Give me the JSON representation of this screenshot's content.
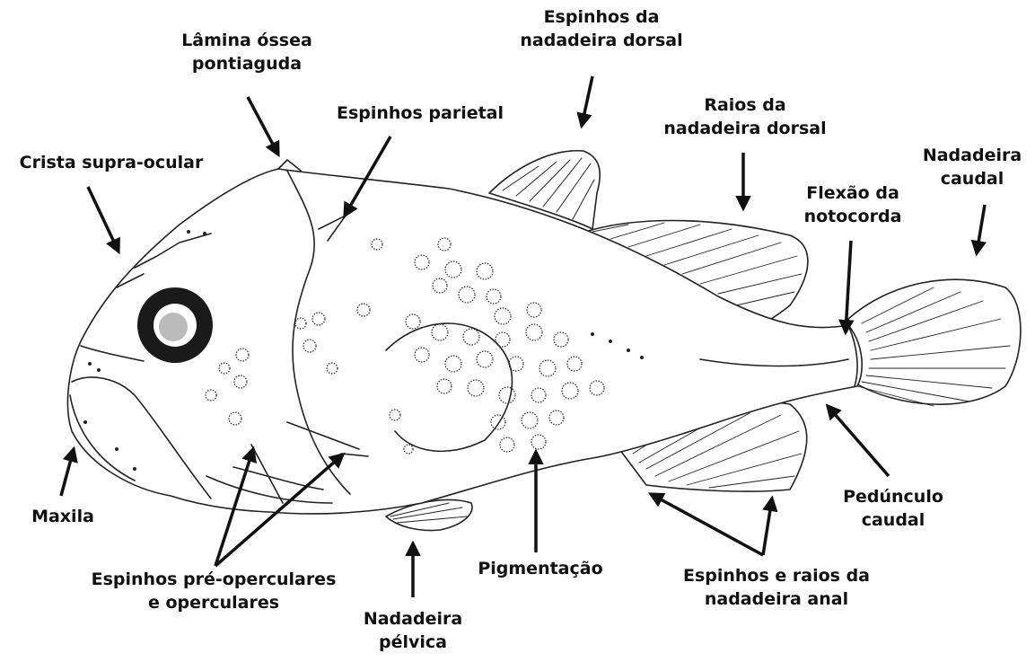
{
  "labels": {
    "lamina": {
      "line1": "Lâmina óssea",
      "line2": "pontiaguda"
    },
    "espinhos_dorsal": {
      "line1": "Espinhos da",
      "line2": "nadadeira dorsal"
    },
    "espinhos_parietal": {
      "line1": "Espinhos parietal"
    },
    "raios_dorsal": {
      "line1": "Raios da",
      "line2": "nadadeira dorsal"
    },
    "crista": {
      "line1": "Crista supra-ocular"
    },
    "flexao": {
      "line1": "Flexão da",
      "line2": "notocorda"
    },
    "nadadeira_caudal": {
      "line1": "Nadadeira",
      "line2": "caudal"
    },
    "maxila": {
      "line1": "Maxila"
    },
    "pre_operculares": {
      "line1": "Espinhos pré-operculares",
      "line2": "e operculares"
    },
    "pigmentacao": {
      "line1": "Pigmentação"
    },
    "nadadeira_pelvica": {
      "line1": "Nadadeira",
      "line2": "pélvica"
    },
    "anal": {
      "line1": "Espinhos e raios  da",
      "line2": "nadadeira anal"
    },
    "pedunculo": {
      "line1": "Pedúnculo",
      "line2": "caudal"
    }
  },
  "colors": {
    "ink": "#111111",
    "eye": "#1a1a1a",
    "background": "#ffffff"
  }
}
